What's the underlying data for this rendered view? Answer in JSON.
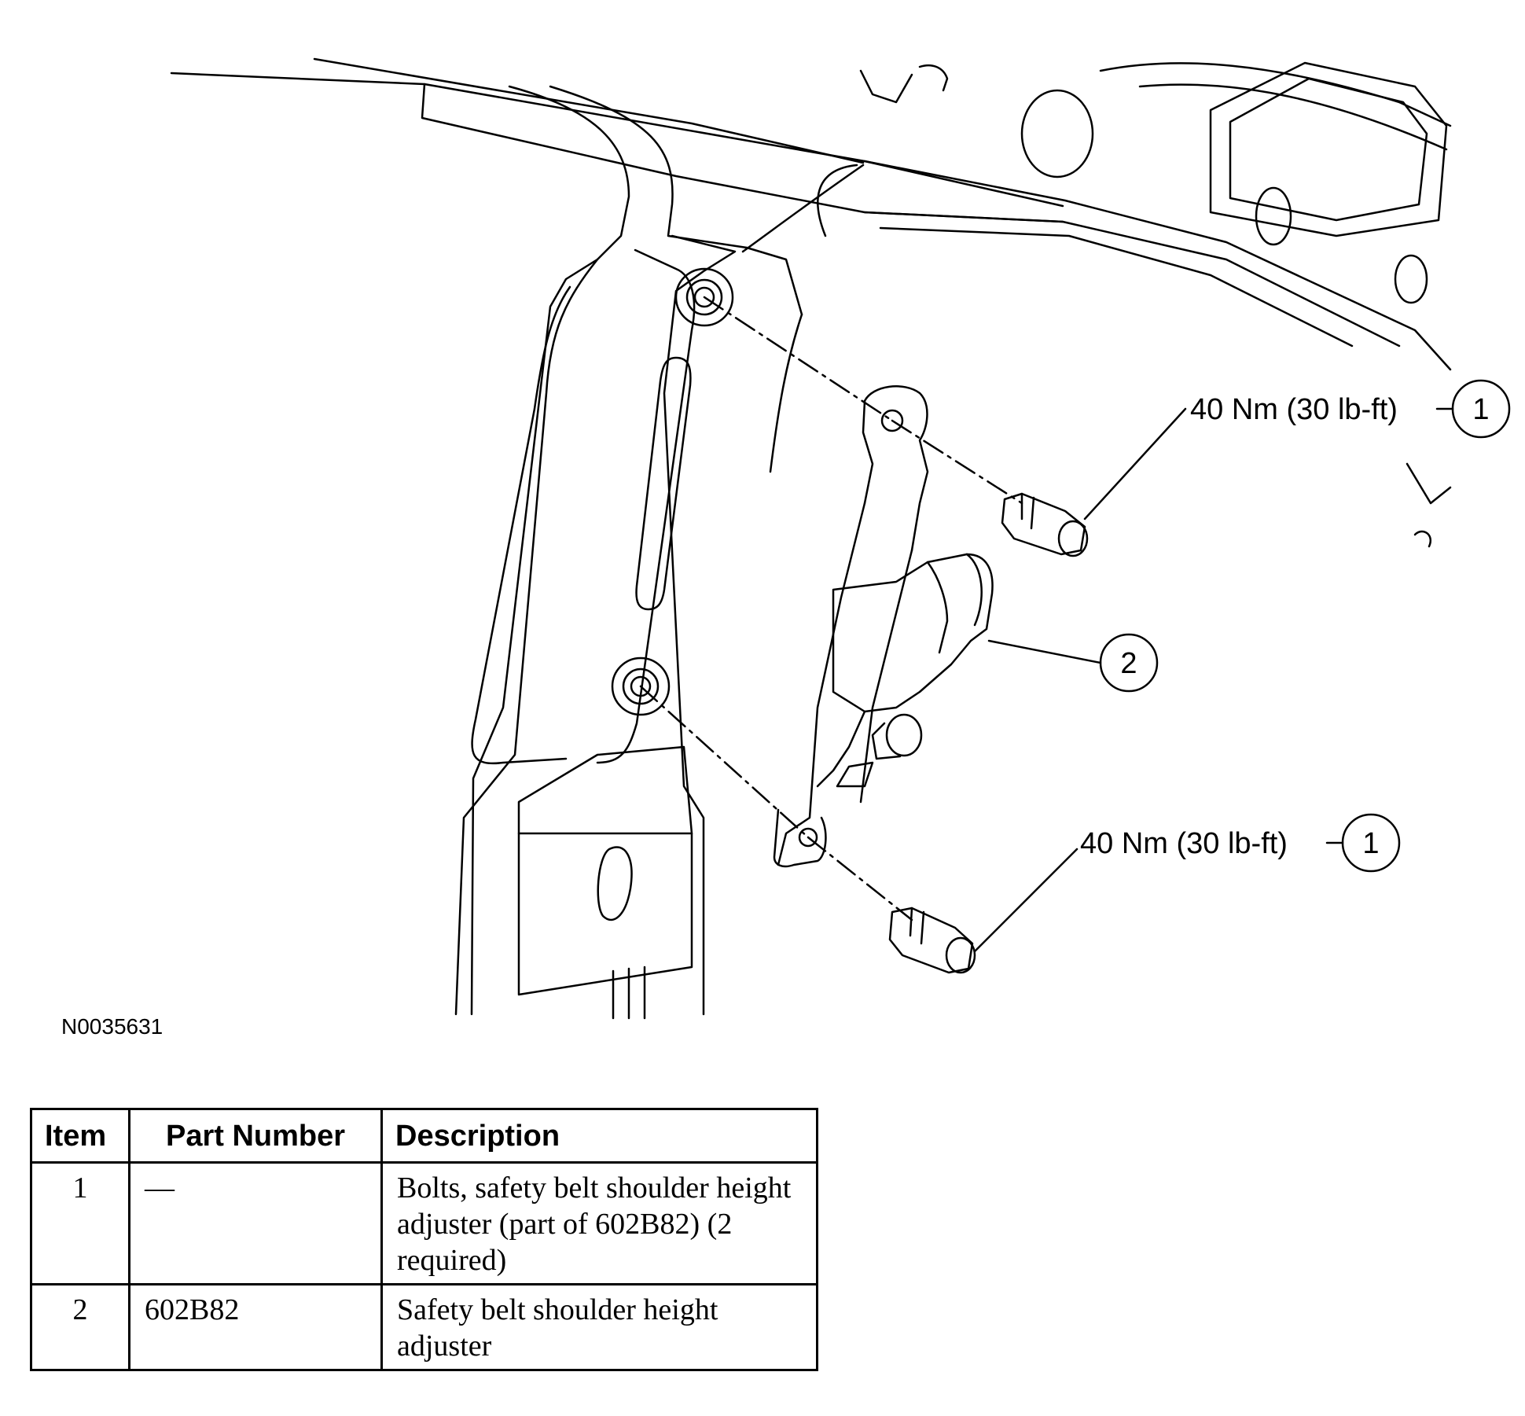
{
  "figure": {
    "id": "N0035631",
    "callouts": [
      {
        "number": "1",
        "label": "40 Nm (30 lb-ft)"
      },
      {
        "number": "2",
        "label": ""
      },
      {
        "number": "1",
        "label": "40 Nm (30 lb-ft)"
      }
    ]
  },
  "table": {
    "headers": {
      "item": "Item",
      "part_number": "Part Number",
      "description": "Description"
    },
    "rows": [
      {
        "item": "1",
        "part_number": "—",
        "description": "Bolts, safety belt shoulder height adjuster (part of 602B82) (2 required)"
      },
      {
        "item": "2",
        "part_number": "602B82",
        "description": "Safety belt shoulder height adjuster"
      }
    ]
  }
}
